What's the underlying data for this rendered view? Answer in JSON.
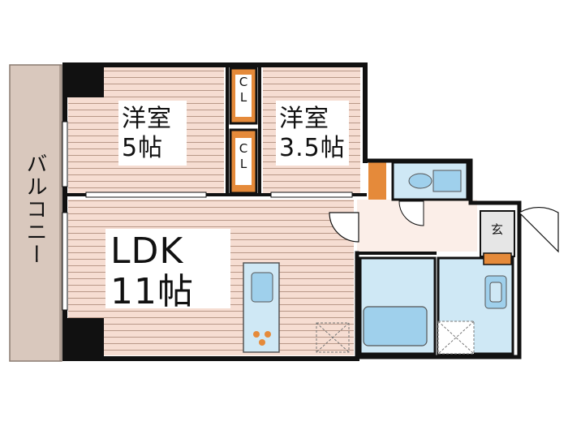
{
  "rooms": {
    "western_room_1": {
      "name": "洋室",
      "size": "5帖"
    },
    "western_room_2": {
      "name": "洋室",
      "size": "3.5帖"
    },
    "ldk": {
      "name": "LDK",
      "size": "11帖"
    }
  },
  "closets": {
    "cl_1": "CL",
    "cl_2": "CL"
  },
  "balcony": {
    "label": "バルコニー"
  },
  "entrance": {
    "label": "玄"
  },
  "colors": {
    "wall": "#111111",
    "flooring": "#f6ddd2",
    "flooring_lines": "#b89888",
    "closet_orange": "#e58a3a",
    "wet_area": "#cfe8f5",
    "fixture_blue": "#9fd0ec",
    "balcony": "#d9c8bd",
    "entry_floor": "#fbeee8"
  }
}
